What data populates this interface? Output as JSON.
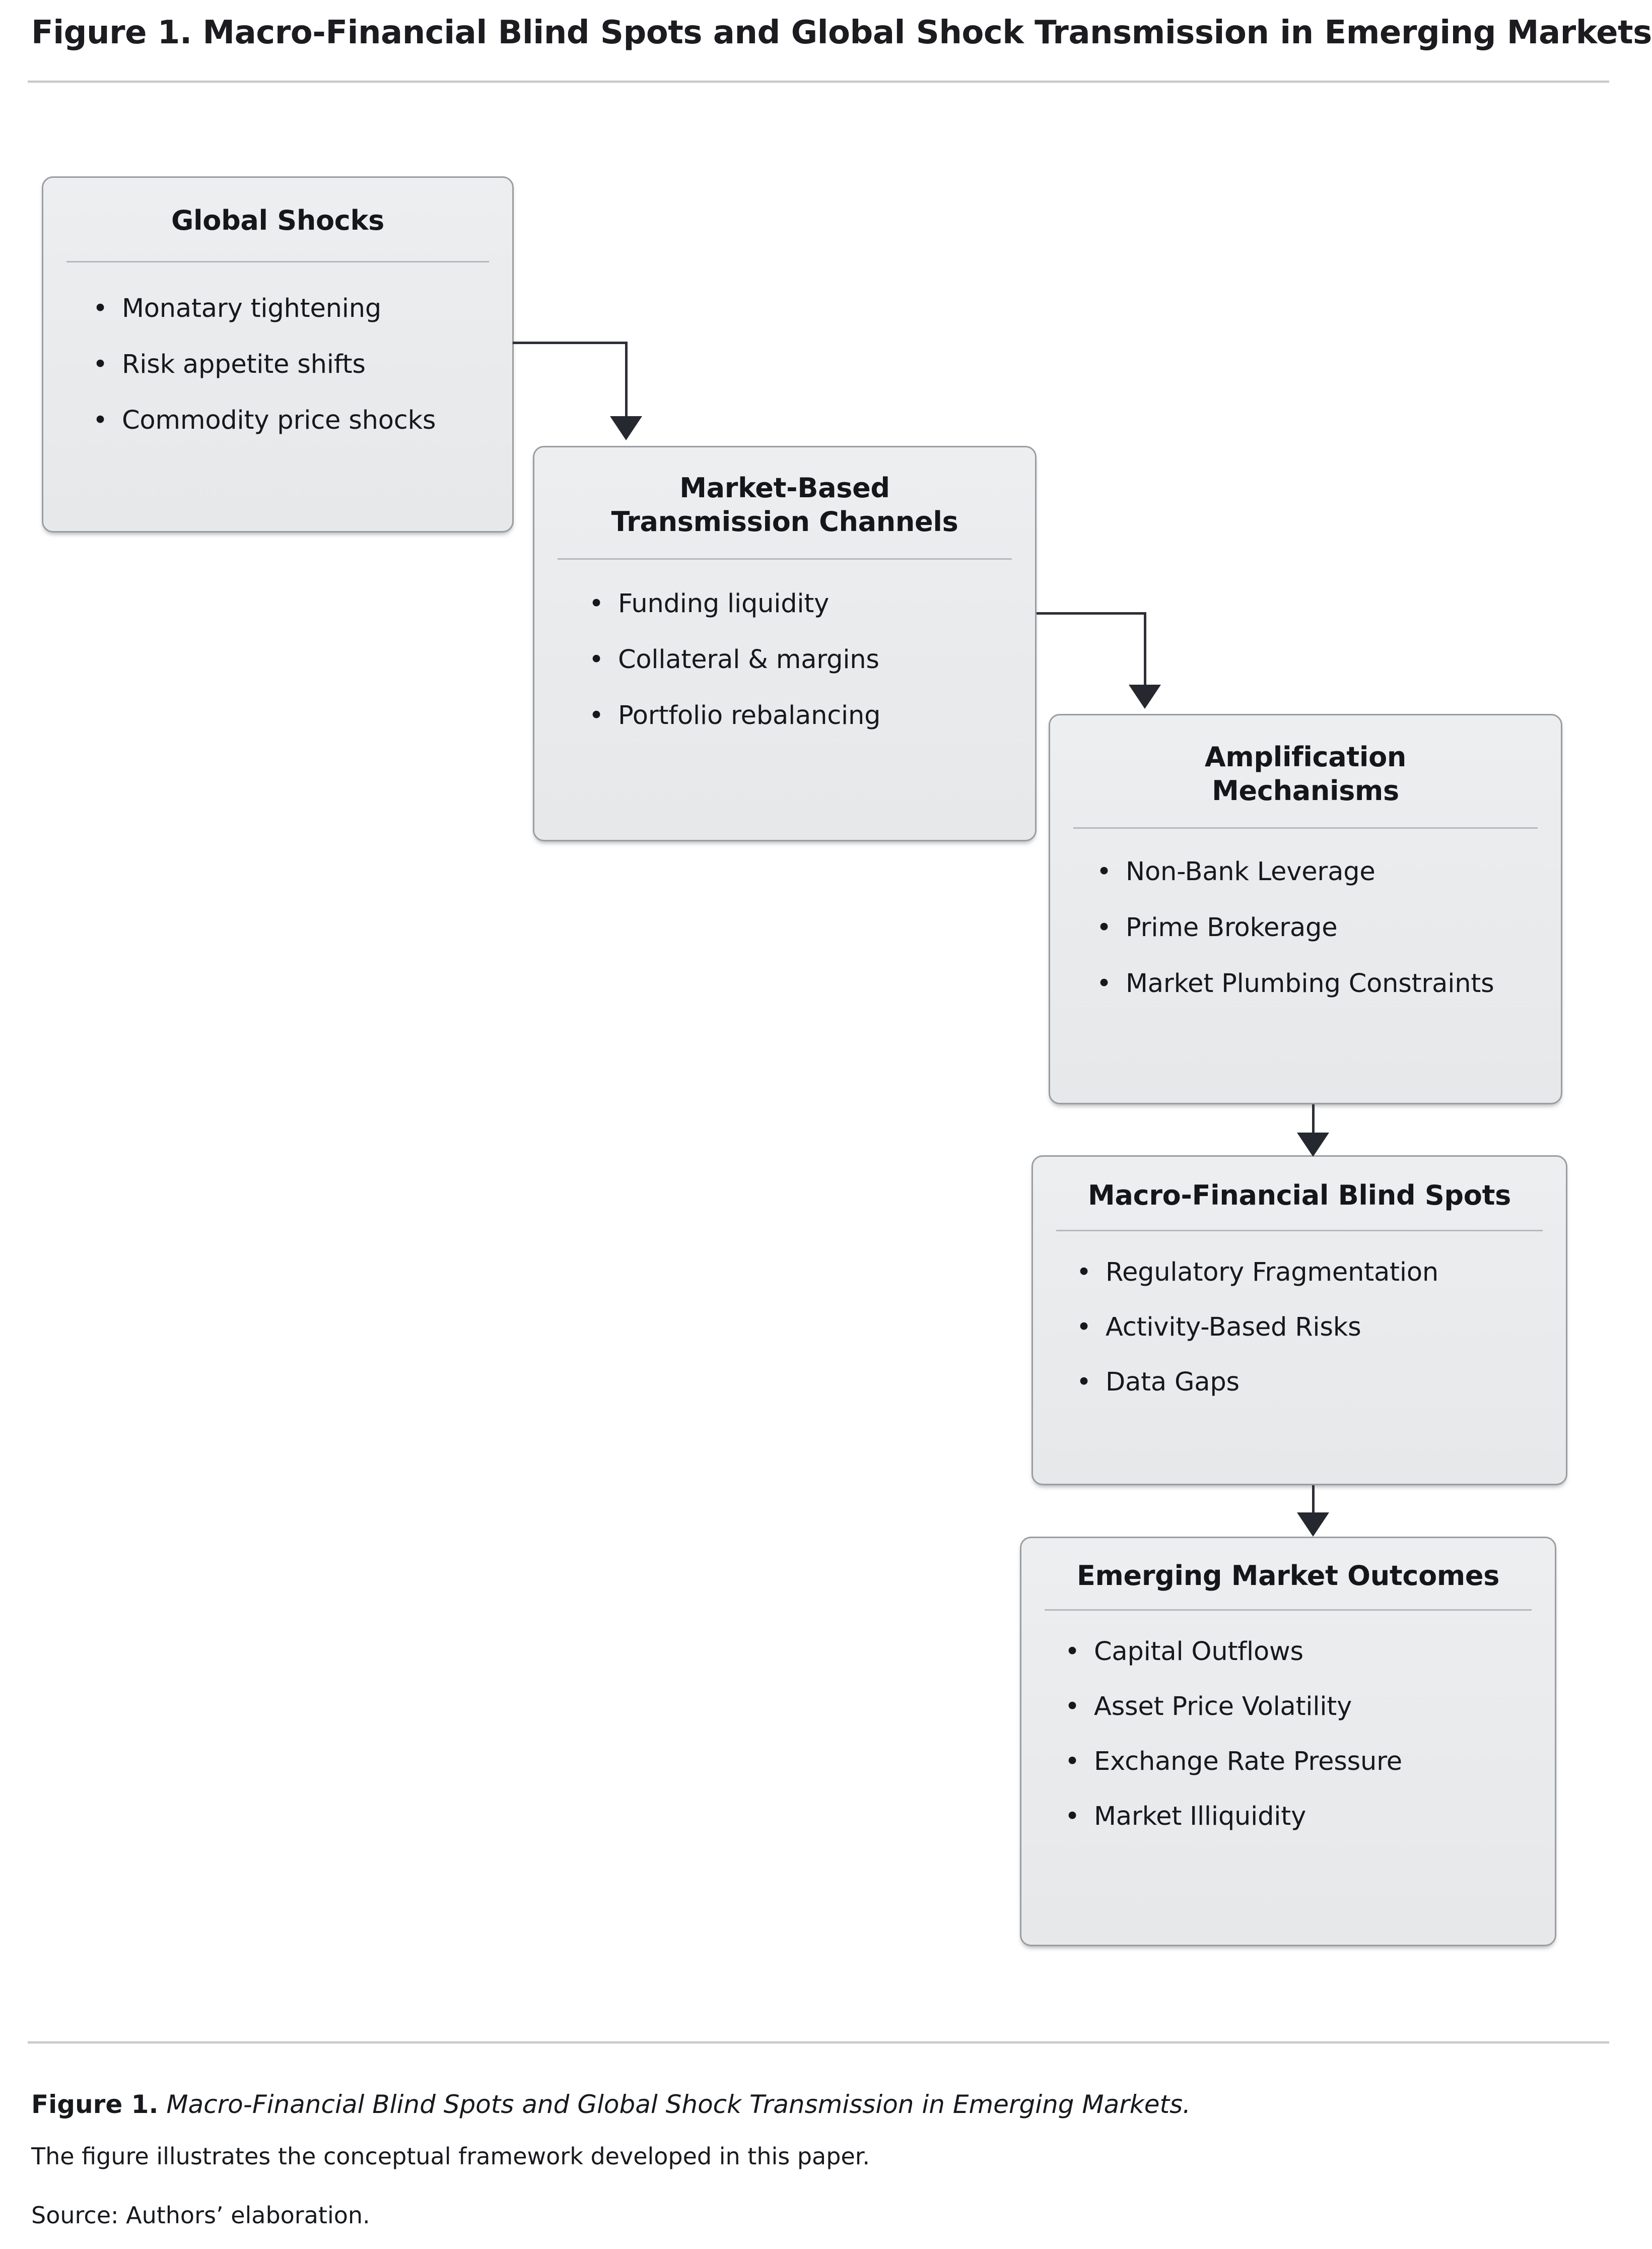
{
  "header": {
    "title": "Figure 1. Macro-Financial Blind Spots and Global Shock Transmission in Emerging Markets"
  },
  "diagram": {
    "type": "flowchart",
    "orientation": "top-left-to-bottom-right cascade",
    "nodes": [
      {
        "id": "global-shocks",
        "title": "Global Shocks",
        "items": [
          "Monatary tightening",
          "Risk appetite shifts",
          "Commodity price shocks"
        ]
      },
      {
        "id": "transmission",
        "title": "Market-Based\nTransmission Channels",
        "title_line1": "Market-Based",
        "title_line2": "Transmission Channels",
        "items": [
          "Funding liquidity",
          "Collateral & margins",
          "Portfolio rebalancing"
        ]
      },
      {
        "id": "amplification",
        "title": "Amplification\nMechanisms",
        "title_line1": "Amplification",
        "title_line2": "Mechanisms",
        "items": [
          "Non-Bank Leverage",
          "Prime Brokerage",
          "Market Plumbing Constraints"
        ]
      },
      {
        "id": "blind-spots",
        "title": "Macro-Financial Blind Spots",
        "items": [
          "Regulatory Fragmentation",
          "Activity-Based Risks",
          "Data Gaps"
        ]
      },
      {
        "id": "outcomes",
        "title": "Emerging Market Outcomes",
        "items": [
          "Capital Outflows",
          "Asset Price Volatility",
          "Exchange Rate Pressure",
          "Market Illiquidity"
        ]
      }
    ],
    "edges": [
      {
        "from": "global-shocks",
        "to": "transmission",
        "style": "elbow-right-down"
      },
      {
        "from": "transmission",
        "to": "amplification",
        "style": "elbow-right-down"
      },
      {
        "from": "amplification",
        "to": "blind-spots",
        "style": "straight-down"
      },
      {
        "from": "blind-spots",
        "to": "outcomes",
        "style": "straight-down"
      }
    ],
    "bullet_glyph": "•",
    "colors": {
      "box_fill": "#e9ebed",
      "box_border": "#9a9da1",
      "connector": "#2d3036",
      "text": "#16181c",
      "rule": "#c3c5c8"
    }
  },
  "caption": {
    "label": "Figure 1.",
    "title": "Macro-Financial Blind Spots and Global Shock Transmission in Emerging Markets.",
    "description": "The figure illustrates the conceptual framework developed in this paper.",
    "source": "Source: Authors’ elaboration."
  }
}
